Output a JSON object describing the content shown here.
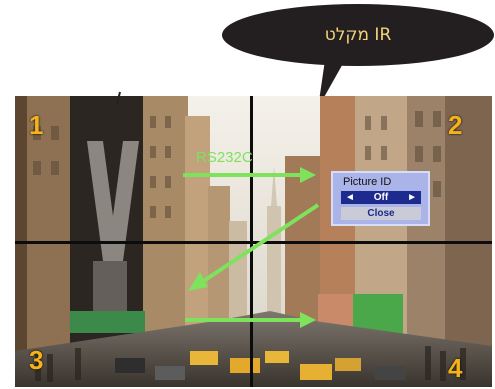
{
  "callout": {
    "label": "מקלט IR"
  },
  "wall": {
    "monitor_numbers": [
      "1",
      "2",
      "3",
      "4"
    ],
    "connection_label": "RS232C"
  },
  "osd": {
    "title": "Picture  ID",
    "value": "Off",
    "left_arrow": "◄",
    "right_arrow": "►",
    "close_label": "Close"
  },
  "colors": {
    "callout_bg": "#231f20",
    "callout_text": "#f3d27a",
    "arrow": "#7ee25d",
    "number": "#f6b21a",
    "osd_panel": "#aab4e8",
    "osd_highlight": "#1d2a8e"
  }
}
